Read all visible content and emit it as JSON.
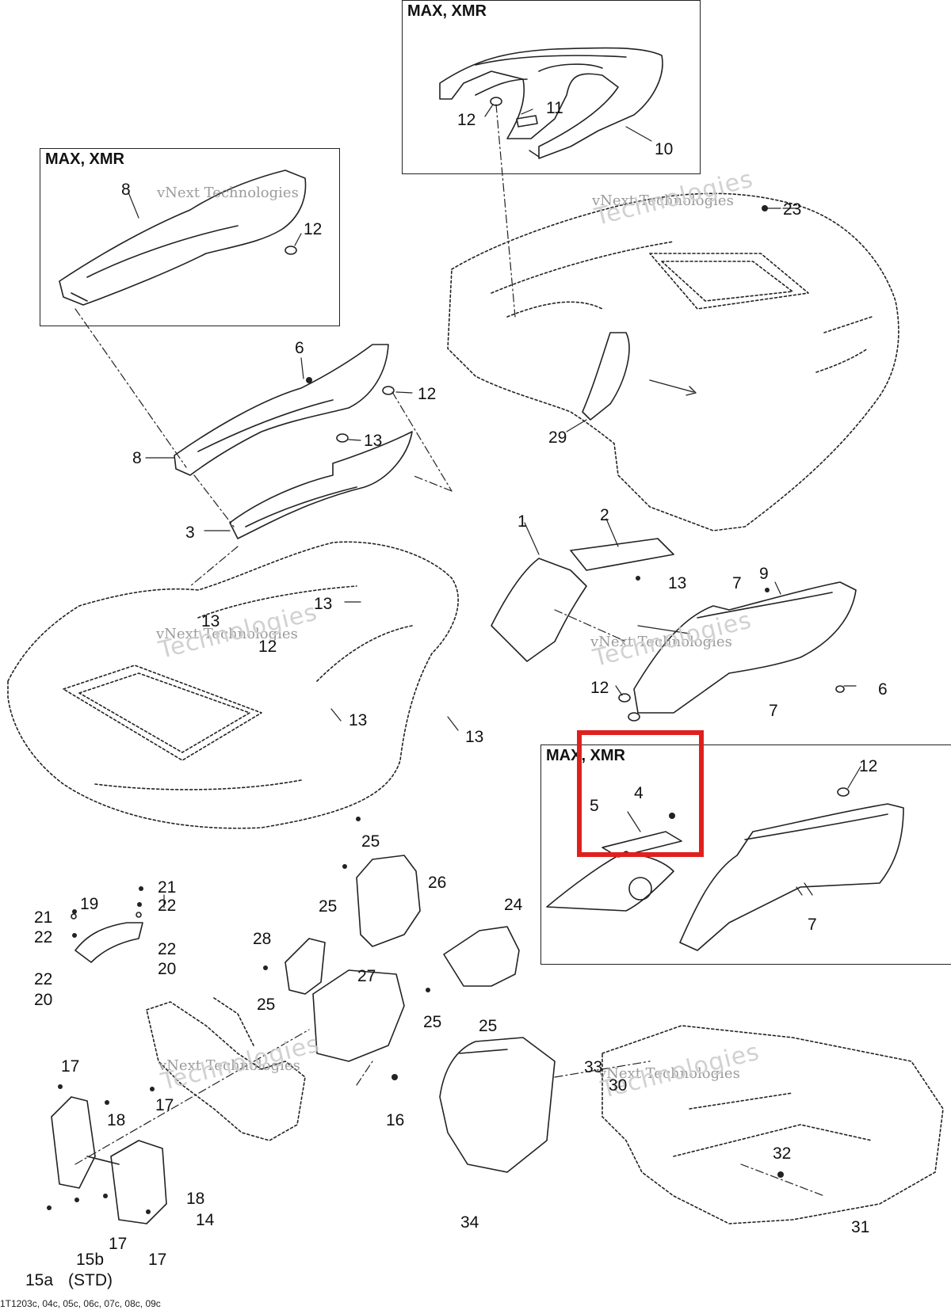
{
  "diagram": {
    "frames": [
      {
        "id": "frame-top",
        "title": "MAX, XMR"
      },
      {
        "id": "frame-left",
        "title": "MAX, XMR"
      },
      {
        "id": "frame-right",
        "title": "MAX, XMR"
      }
    ],
    "watermarks": [
      {
        "line1": "vNext Technologies",
        "line2": "vNext Technologies"
      },
      {
        "line1": "vNext Technologies",
        "line2": "Technologies"
      },
      {
        "line1": "vNext Technologies",
        "line2": "Technologies"
      },
      {
        "line1": "vNext Technologies",
        "line2": "Technologies"
      },
      {
        "line1": "vNext Technologies",
        "line2": "Technologies"
      },
      {
        "line1": "vNext Technologies",
        "line2": "Technologies"
      }
    ],
    "callouts": [
      "12",
      "11",
      "10",
      "8",
      "12",
      "23",
      "6",
      "12",
      "8",
      "13",
      "29",
      "3",
      "1",
      "2",
      "13",
      "7",
      "9",
      "13",
      "13",
      "12",
      "12",
      "6",
      "13",
      "13",
      "7",
      "12",
      "5",
      "4",
      "7",
      "25",
      "26",
      "21",
      "19",
      "22",
      "21",
      "22",
      "22",
      "22",
      "20",
      "20",
      "25",
      "24",
      "28",
      "27",
      "25",
      "25",
      "25",
      "17",
      "33",
      "30",
      "17",
      "18",
      "16",
      "32",
      "18",
      "14",
      "34",
      "31",
      "17",
      "17",
      "15a",
      "15b",
      "(STD)"
    ],
    "footer_code": "1T1203c, 04c, 05c, 06c, 07c, 08c, 09c",
    "highlight_color": "#e0201e"
  }
}
